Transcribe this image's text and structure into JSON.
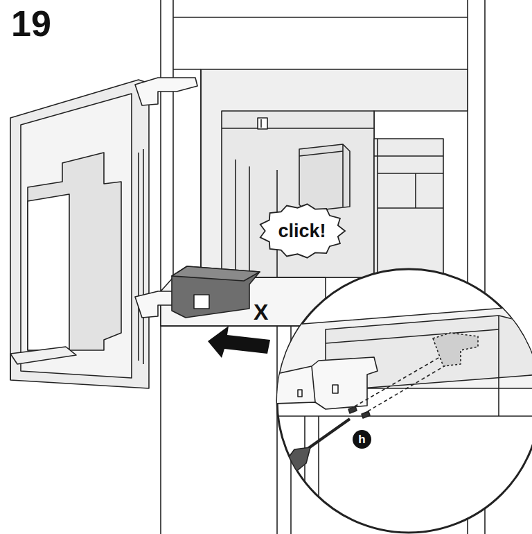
{
  "diagram": {
    "nodes": [
      {
        "text": [
          "click!"
        ]
      },
      {
        "text": [
          "h"
        ]
      }
    ],
    "labels": [
      "19",
      "X"
    ]
  }
}
